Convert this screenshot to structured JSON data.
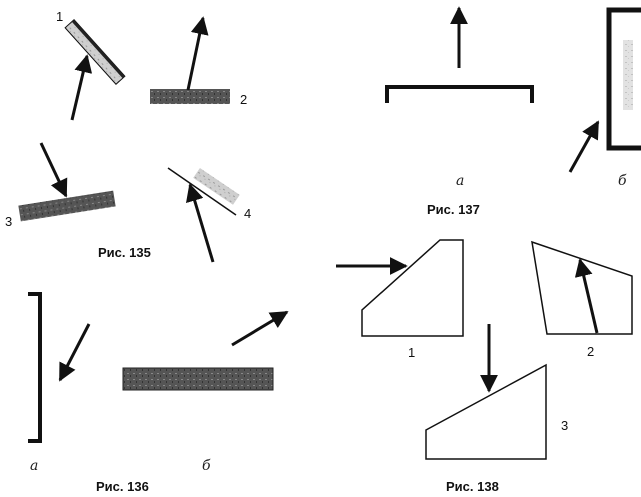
{
  "colors": {
    "ink": "#111111",
    "shade": "#555555"
  },
  "fig135": {
    "caption": "Рис. 135",
    "labels": [
      "1",
      "2",
      "3",
      "4"
    ]
  },
  "fig136": {
    "caption": "Рис. 136",
    "label_a": "a",
    "label_b": "б"
  },
  "fig137": {
    "caption": "Рис. 137",
    "label_a": "a",
    "label_b": "б"
  },
  "fig138": {
    "caption": "Рис. 138",
    "labels": [
      "1",
      "2",
      "3"
    ]
  }
}
